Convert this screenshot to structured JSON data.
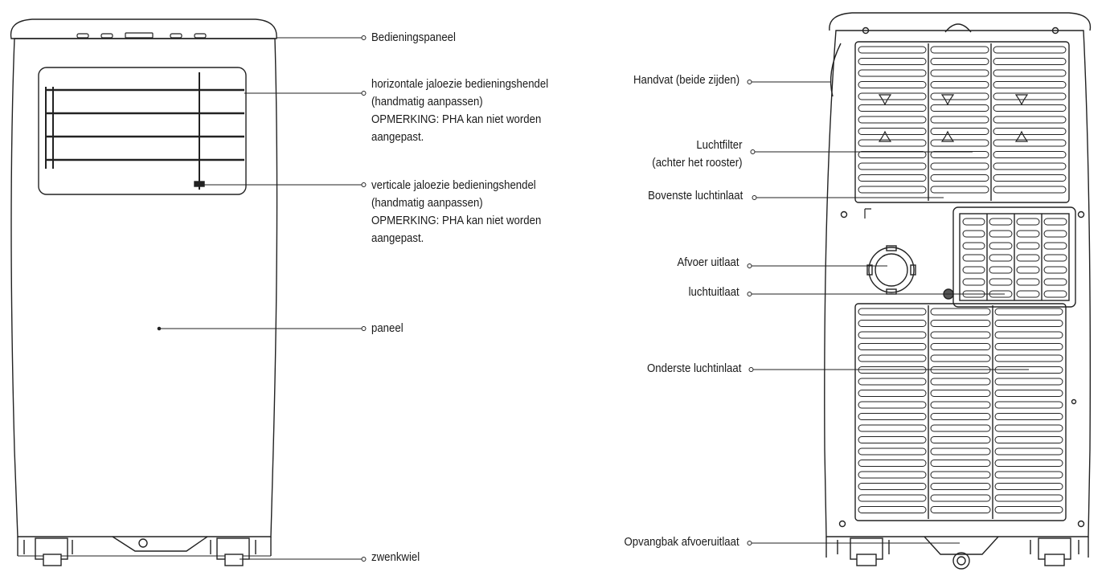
{
  "front_labels": {
    "control_panel": "Bedieningspaneel",
    "horizontal_louver": [
      "horizontale jaloezie bedieningshendel",
      "(handmatig aanpassen)",
      "OPMERKING: PHA kan niet worden",
      "aangepast."
    ],
    "vertical_louver": [
      "verticale jaloezie bedieningshendel",
      "(handmatig aanpassen)",
      "OPMERKING: PHA kan niet worden",
      "aangepast."
    ],
    "panel": "paneel",
    "caster": "zwenkwiel"
  },
  "back_labels": {
    "handle": "Handvat (beide zijden)",
    "air_filter": [
      "Luchtfilter",
      "(achter het rooster)"
    ],
    "upper_inlet": "Bovenste luchtinlaat",
    "drain_outlet": "Afvoer uitlaat",
    "air_outlet": "luchtuitlaat",
    "lower_inlet": "Onderste luchtinlaat",
    "drain_tray": "Opvangbak afvoeruitlaat"
  }
}
